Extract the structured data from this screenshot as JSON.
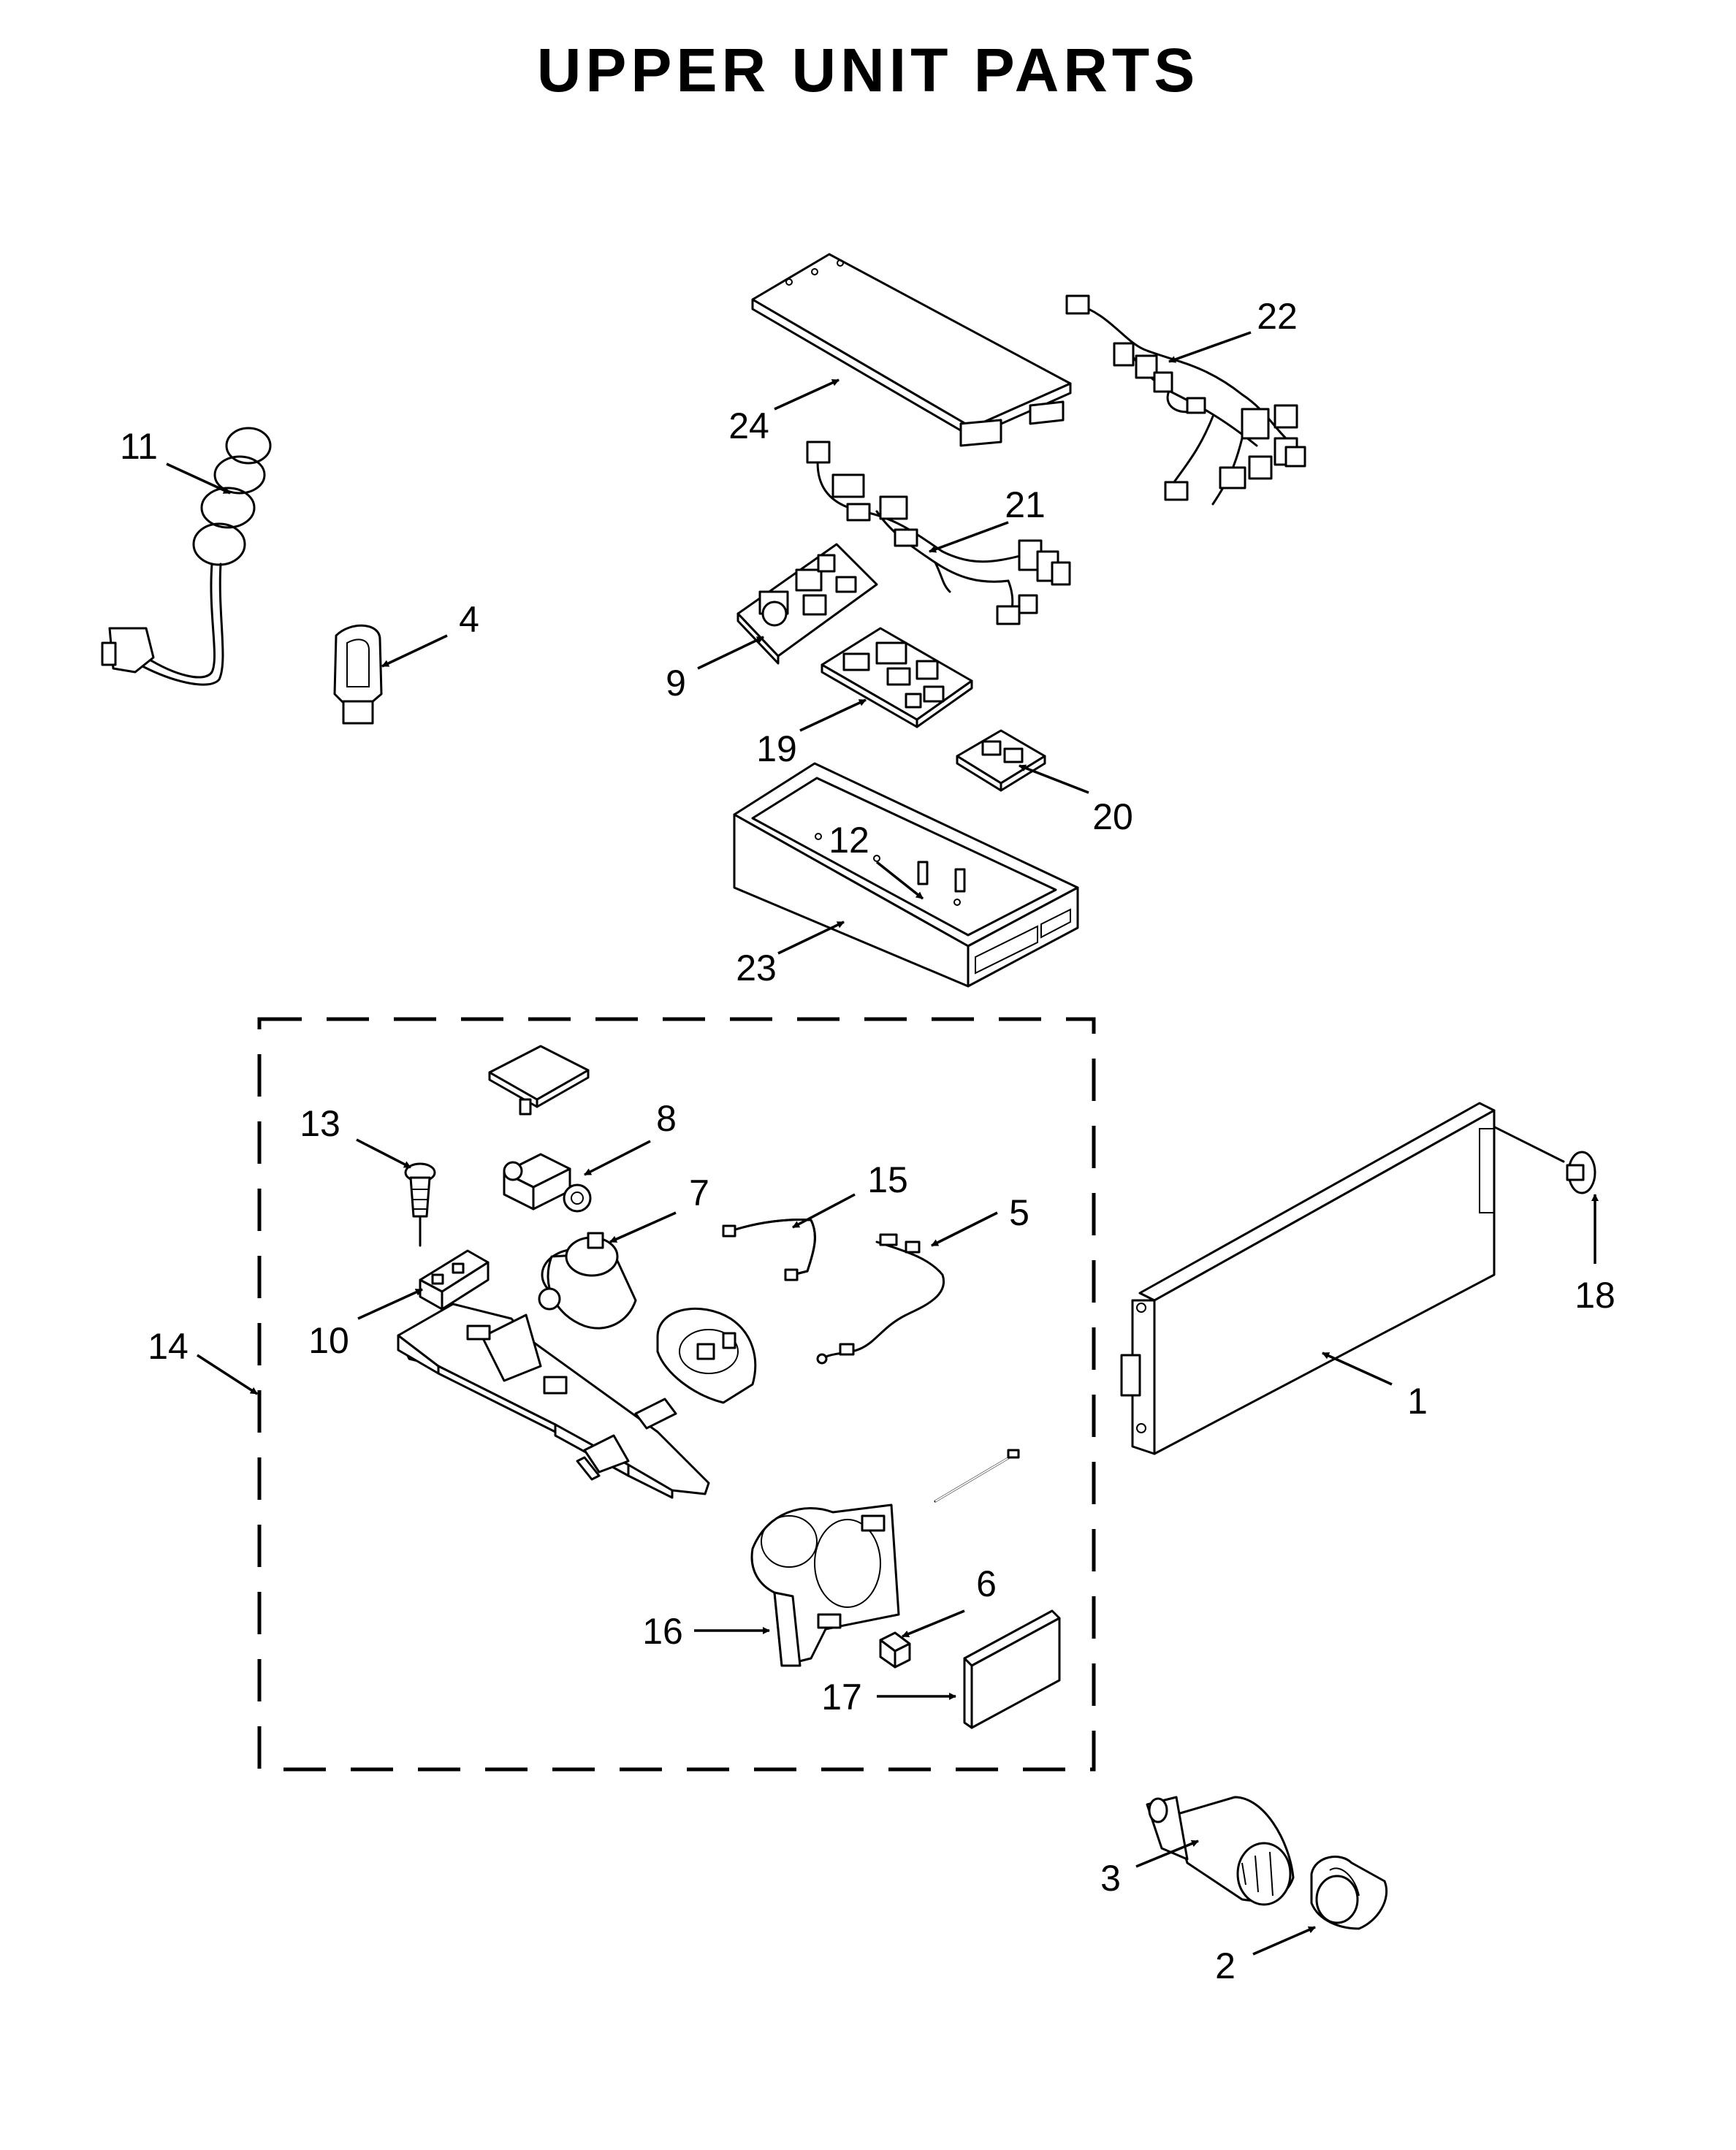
{
  "title": "UPPER UNIT PARTS",
  "callouts": {
    "p1": "1",
    "p2": "2",
    "p3": "3",
    "p4": "4",
    "p5": "5",
    "p6": "6",
    "p7": "7",
    "p8": "8",
    "p9": "9",
    "p10": "10",
    "p11": "11",
    "p12": "12",
    "p13": "13",
    "p14": "14",
    "p15": "15",
    "p16": "16",
    "p17": "17",
    "p18": "18",
    "p19": "19",
    "p20": "20",
    "p21": "21",
    "p22": "22",
    "p23": "23",
    "p24": "24"
  }
}
